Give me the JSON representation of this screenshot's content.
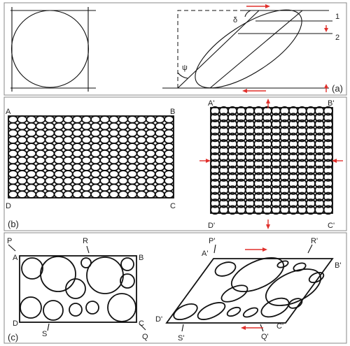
{
  "panels": [
    {
      "id": "a",
      "label": "(a)"
    },
    {
      "id": "b",
      "label": "(b)"
    },
    {
      "id": "c",
      "label": "(c)"
    }
  ],
  "panel_a": {
    "angle_delta": "δ",
    "angle_psi": "ψ",
    "line_1": "1",
    "line_2": "2"
  },
  "panel_b": {
    "corners_left": [
      "A",
      "B",
      "C",
      "D"
    ],
    "corners_right": [
      "A'",
      "B'",
      "C'",
      "D'"
    ],
    "grid_left": {
      "cols": 18,
      "rows": 12
    },
    "grid_right": {
      "cols": 14,
      "rows": 16
    }
  },
  "panel_c": {
    "corners_left": [
      "A",
      "B",
      "C",
      "D"
    ],
    "markers_left": [
      "P",
      "R",
      "Q",
      "S"
    ],
    "corners_right": [
      "A'",
      "B'",
      "C'",
      "D'"
    ],
    "markers_right": [
      "P'",
      "R'",
      "Q'",
      "S'"
    ]
  },
  "colors": {
    "arrow": "#e0302c",
    "line": "#111111",
    "panel_border": "#888888"
  }
}
